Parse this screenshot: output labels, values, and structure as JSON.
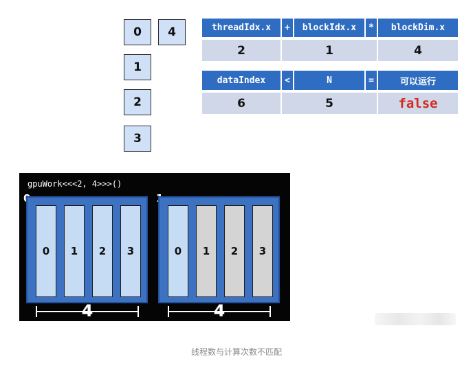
{
  "thread_boxes": [
    "0",
    "1",
    "2",
    "3"
  ],
  "dim_box": "4",
  "formula": {
    "headers": [
      "threadIdx.x",
      "+",
      "blockIdx.x",
      "*",
      "blockDim.x"
    ],
    "values": [
      "2",
      "1",
      "4"
    ]
  },
  "compare": {
    "headers": [
      "dataIndex",
      "<",
      "N",
      "=",
      "可以运行"
    ],
    "values": [
      "6",
      "5",
      "false"
    ]
  },
  "panel": {
    "code": "gpuWork<<<2, 4>>>()",
    "blocks": [
      {
        "label": "0",
        "threads": [
          "0",
          "1",
          "2",
          "3"
        ],
        "active": [
          true,
          true,
          true,
          true
        ],
        "width_label": "4"
      },
      {
        "label": "1",
        "threads": [
          "0",
          "1",
          "2",
          "3"
        ],
        "active": [
          true,
          false,
          false,
          false
        ],
        "width_label": "4"
      }
    ]
  },
  "colors": {
    "header_blue": "#2f6dc2",
    "value_bg": "#cfd7e8",
    "false_red": "#d52a1c",
    "thread_active": "#c6dcf5",
    "thread_idle": "#d4d4d4"
  },
  "caption": "线程数与计算次数不匹配"
}
